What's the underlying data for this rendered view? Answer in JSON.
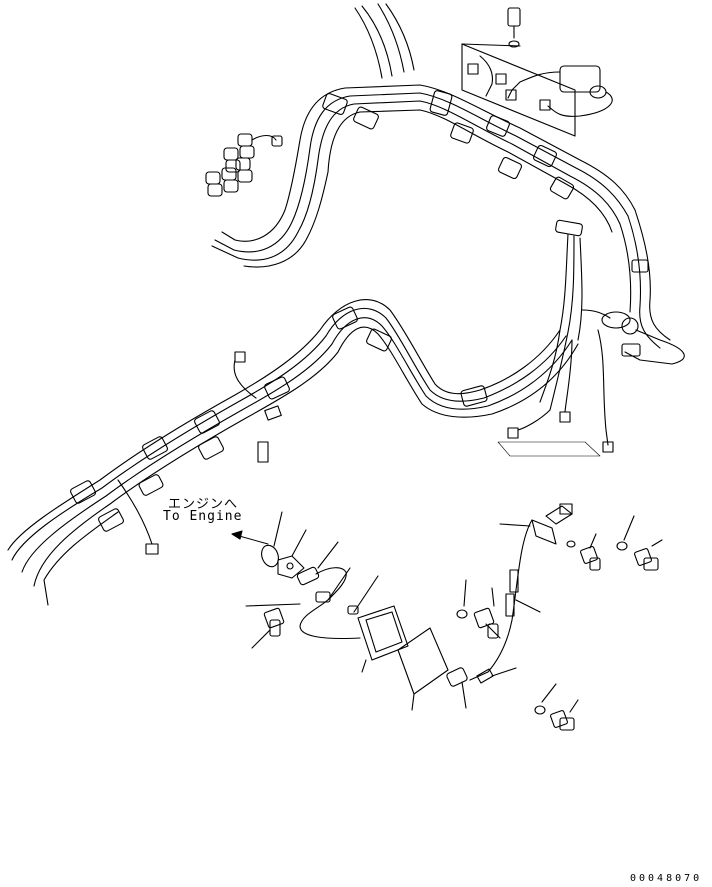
{
  "labels": {
    "engine_jp": "エンジンへ",
    "engine_en": "To Engine"
  },
  "drawing_number": "00048070",
  "colors": {
    "ink": "#000000",
    "paper": "#ffffff"
  }
}
